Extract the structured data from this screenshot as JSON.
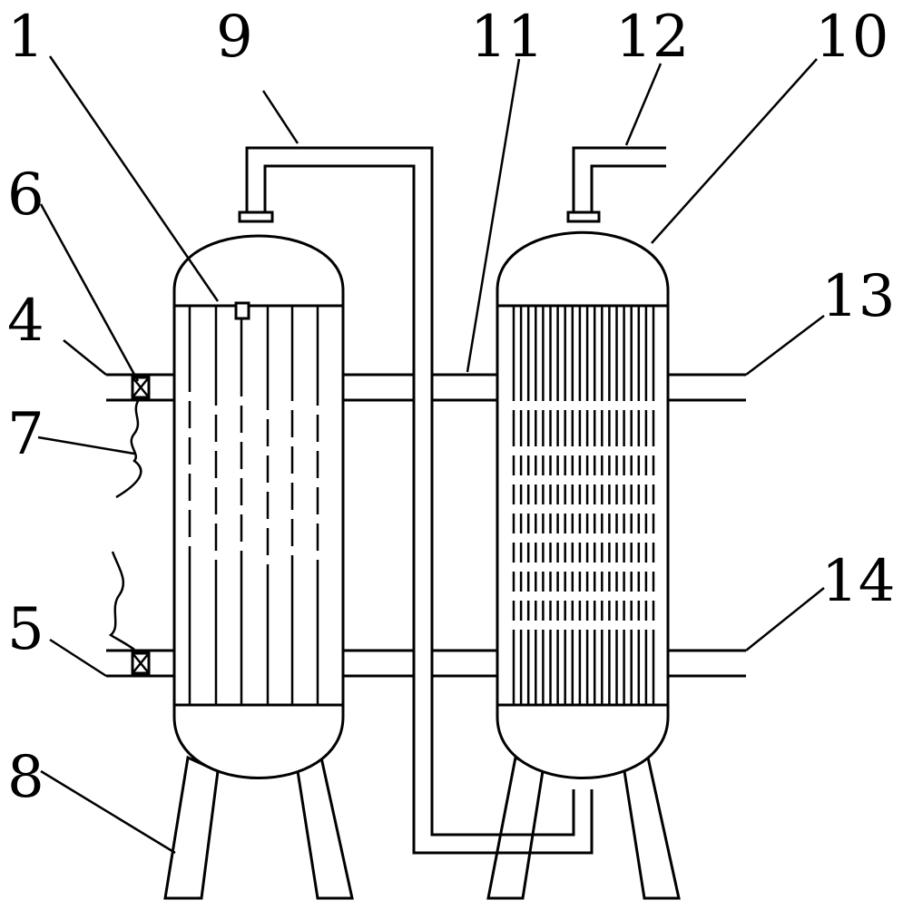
{
  "figure": {
    "labels": [
      {
        "id": "1",
        "text": "1"
      },
      {
        "id": "9",
        "text": "9"
      },
      {
        "id": "11",
        "text": "11"
      },
      {
        "id": "12",
        "text": "12"
      },
      {
        "id": "10",
        "text": "10"
      },
      {
        "id": "6",
        "text": "6"
      },
      {
        "id": "4",
        "text": "4"
      },
      {
        "id": "13",
        "text": "13"
      },
      {
        "id": "7",
        "text": "7"
      },
      {
        "id": "14",
        "text": "14"
      },
      {
        "id": "5",
        "text": "5"
      },
      {
        "id": "8",
        "text": "8"
      }
    ]
  }
}
